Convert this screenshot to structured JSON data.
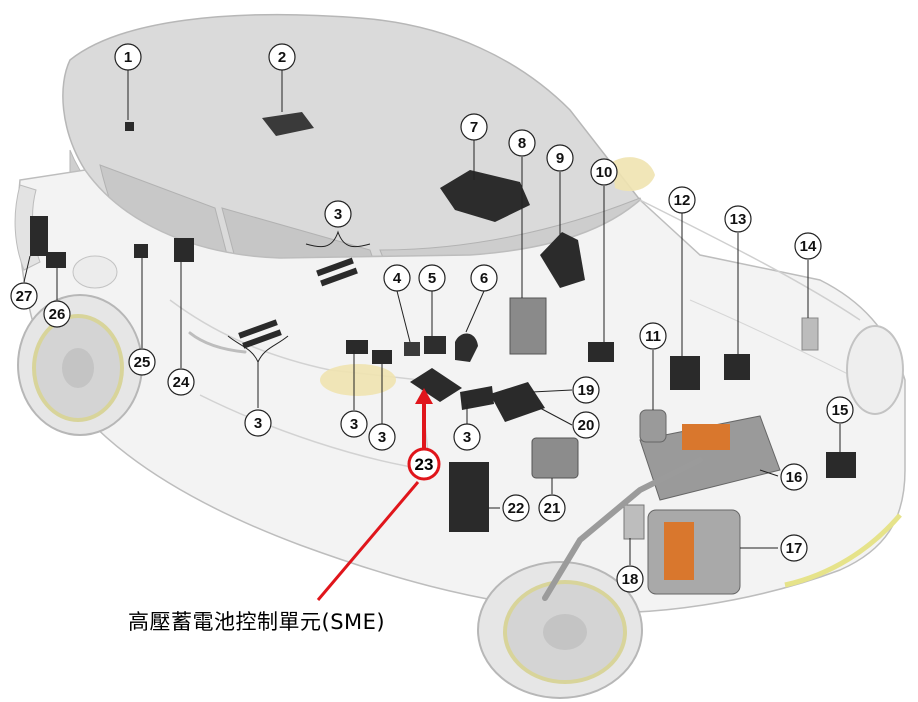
{
  "callouts": [
    {
      "id": "c1",
      "label": "1"
    },
    {
      "id": "c2",
      "label": "2"
    },
    {
      "id": "c3a",
      "label": "3"
    },
    {
      "id": "c3b",
      "label": "3"
    },
    {
      "id": "c3c",
      "label": "3"
    },
    {
      "id": "c3d",
      "label": "3"
    },
    {
      "id": "c3e",
      "label": "3"
    },
    {
      "id": "c4",
      "label": "4"
    },
    {
      "id": "c5",
      "label": "5"
    },
    {
      "id": "c6",
      "label": "6"
    },
    {
      "id": "c7",
      "label": "7"
    },
    {
      "id": "c8",
      "label": "8"
    },
    {
      "id": "c9",
      "label": "9"
    },
    {
      "id": "c10",
      "label": "10"
    },
    {
      "id": "c11",
      "label": "11"
    },
    {
      "id": "c12",
      "label": "12"
    },
    {
      "id": "c13",
      "label": "13"
    },
    {
      "id": "c14",
      "label": "14"
    },
    {
      "id": "c15",
      "label": "15"
    },
    {
      "id": "c16",
      "label": "16"
    },
    {
      "id": "c17",
      "label": "17"
    },
    {
      "id": "c18",
      "label": "18"
    },
    {
      "id": "c19",
      "label": "19"
    },
    {
      "id": "c20",
      "label": "20"
    },
    {
      "id": "c21",
      "label": "21"
    },
    {
      "id": "c22",
      "label": "22"
    },
    {
      "id": "c23",
      "label": "23"
    },
    {
      "id": "c24",
      "label": "24"
    },
    {
      "id": "c25",
      "label": "25"
    },
    {
      "id": "c26",
      "label": "26"
    },
    {
      "id": "c27",
      "label": "27"
    }
  ],
  "highlight": {
    "callout_label": "23",
    "caption": "高壓蓄電池控制單元(SME)",
    "color": "#e0151b"
  },
  "colors": {
    "body": "#f3f3f3",
    "roof": "#dadada",
    "glass": "#c9c9c9",
    "outline": "#b5b5b5",
    "component": "#2a2a2a",
    "hv_orange": "#d9772d",
    "amber": "#efe3b0",
    "accent_yellow": "#e6e38a"
  }
}
